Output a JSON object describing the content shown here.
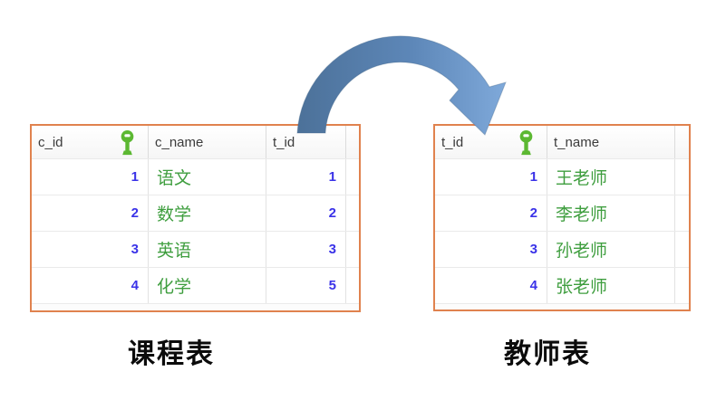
{
  "tables": [
    {
      "name": "courses",
      "label": "课程表",
      "key_column": "c_id",
      "columns": [
        "c_id",
        "c_name",
        "t_id"
      ],
      "rows": [
        [
          "1",
          "语文",
          "1"
        ],
        [
          "2",
          "数学",
          "2"
        ],
        [
          "3",
          "英语",
          "3"
        ],
        [
          "4",
          "化学",
          "5"
        ]
      ]
    },
    {
      "name": "teachers",
      "label": "教师表",
      "key_column": "t_id",
      "columns": [
        "t_id",
        "t_name"
      ],
      "rows": [
        [
          "1",
          "王老师"
        ],
        [
          "2",
          "李老师"
        ],
        [
          "3",
          "孙老师"
        ],
        [
          "4",
          "张老师"
        ]
      ]
    }
  ],
  "relation": {
    "from_table": "课程表",
    "from_column": "t_id",
    "to_table": "教师表",
    "to_column": "t_id"
  },
  "icons": {
    "primary_key": "key-icon"
  },
  "colors": {
    "table_border": "#e0824e",
    "id_text": "#3a32e8",
    "name_text": "#3f9e3f",
    "header_text": "#3b3b3b",
    "key_icon_green": "#5cb832",
    "arrow_dark": "#4c7199",
    "arrow_light": "#7fa9da",
    "grid_line": "#e2e2e2",
    "caption_text": "#0b0b0b"
  }
}
